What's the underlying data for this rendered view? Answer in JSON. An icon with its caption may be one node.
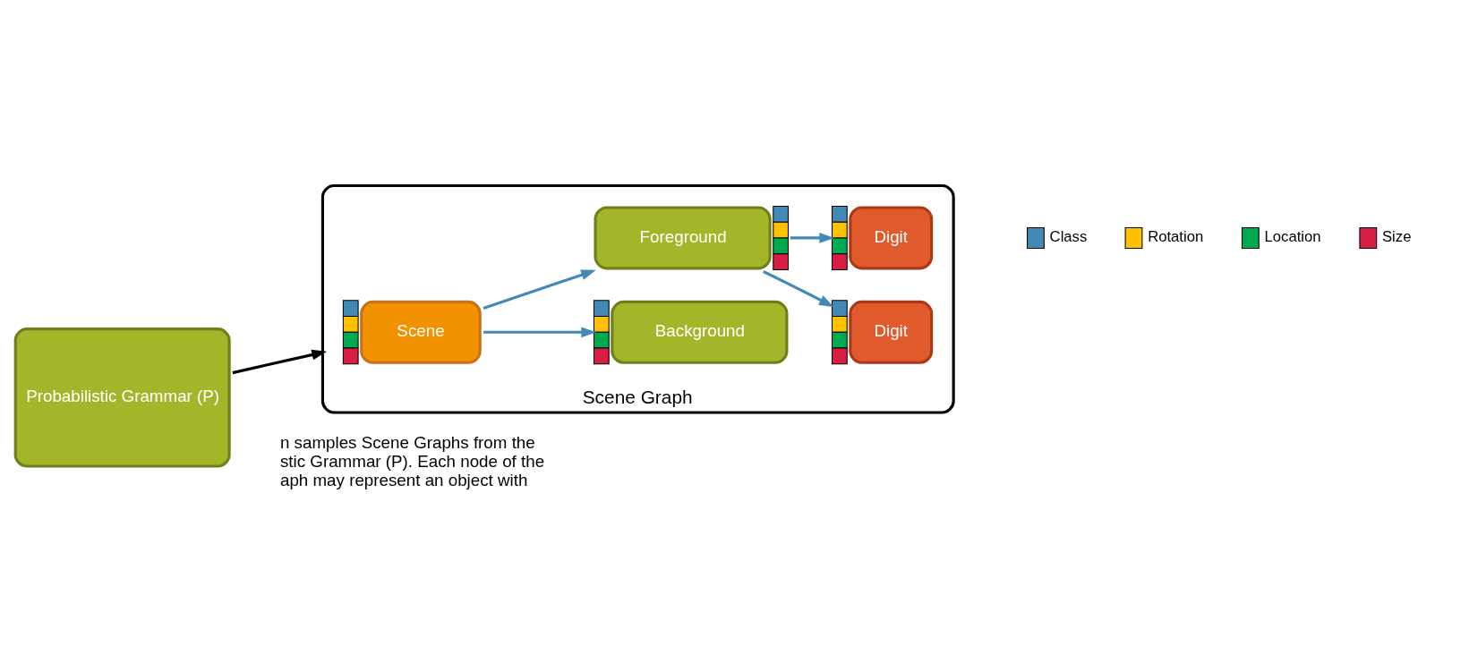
{
  "diagram": {
    "nodes": [
      {
        "text": [
          "Probabilistic Grammar (P)"
        ]
      },
      {
        "text": [
          "Scene Graph"
        ]
      },
      {
        "text": [
          "Scene"
        ],
        "in": 1
      },
      {
        "text": [
          "Background"
        ],
        "in": 1
      },
      {
        "text": [
          "Foreground"
        ],
        "in": 1
      },
      {
        "text": [
          "Digit"
        ],
        "in": 1
      },
      {
        "text": [
          "Digit"
        ],
        "in": 1
      }
    ],
    "edges": [
      {
        "from": 0,
        "to": 1,
        "arrow": "to",
        "color": "#000000"
      },
      {
        "from": 2,
        "to": 3,
        "arrow": "to"
      },
      {
        "from": 2,
        "to": 4,
        "arrow": "to"
      },
      {
        "from": 4,
        "to": 5,
        "arrow": "to"
      },
      {
        "from": 4,
        "to": 6,
        "arrow": "to"
      }
    ],
    "labels": [
      "n samples Scene Graphs from the",
      "stic Grammar (P). Each node of the",
      "aph may represent an object with"
    ],
    "legend": [
      {
        "text": "Class",
        "color": "#4389b5"
      },
      {
        "text": "Rotation",
        "color": "#ffc000"
      },
      {
        "text": "Location",
        "color": "#00aa4f"
      },
      {
        "text": "Size",
        "color": "#d81e45"
      }
    ]
  }
}
